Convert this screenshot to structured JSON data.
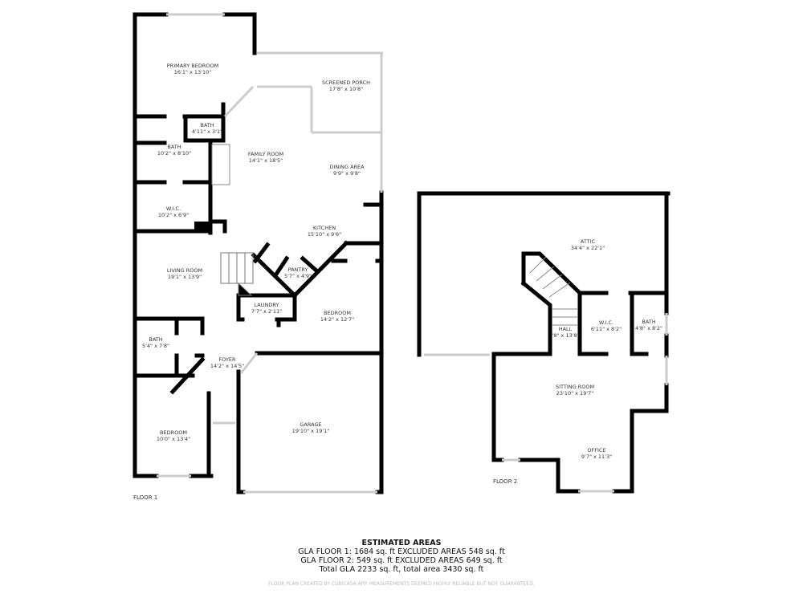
{
  "floor1": {
    "label": "FLOOR 1",
    "rooms": [
      {
        "name": "PRIMARY BEDROOM",
        "dims": "16'1\" x 13'10\""
      },
      {
        "name": "SCREENED PORCH",
        "dims": "17'8\" x 10'8\""
      },
      {
        "name": "BATH",
        "dims": "4'11\" x 3'1\""
      },
      {
        "name": "BATH",
        "dims": "10'2\" x 8'10\""
      },
      {
        "name": "FAMILY ROOM",
        "dims": "14'1\" x 18'5\""
      },
      {
        "name": "DINING AREA",
        "dims": "9'9\" x 9'8\""
      },
      {
        "name": "W.I.C.",
        "dims": "10'2\" x 6'9\""
      },
      {
        "name": "KITCHEN",
        "dims": "15'10\" x 9'6\""
      },
      {
        "name": "LIVING ROOM",
        "dims": "19'1\" x 13'9\""
      },
      {
        "name": "PANTRY",
        "dims": "5'7\" x 4'9\""
      },
      {
        "name": "LAUNDRY",
        "dims": "7'7\" x 2'11\""
      },
      {
        "name": "BEDROOM",
        "dims": "14'2\" x 12'7\""
      },
      {
        "name": "BATH",
        "dims": "5'4\" x 7'8\""
      },
      {
        "name": "FOYER",
        "dims": "14'2\" x 14'5\""
      },
      {
        "name": "BEDROOM",
        "dims": "10'0\" x 13'4\""
      },
      {
        "name": "GARAGE",
        "dims": "19'10\" x 19'1\""
      }
    ]
  },
  "floor2": {
    "label": "FLOOR 2",
    "rooms": [
      {
        "name": "ATTIC",
        "dims": "34'4\" x 22'1\""
      },
      {
        "name": "HALL",
        "dims": "\"8\" x 13'8\""
      },
      {
        "name": "W.I.C.",
        "dims": "6'11\" x 8'2\""
      },
      {
        "name": "BATH",
        "dims": "4'8\" x 8'2\""
      },
      {
        "name": "SITTING ROOM",
        "dims": "23'10\" x 19'7\""
      },
      {
        "name": "OFFICE",
        "dims": "9'7\" x 11'3\""
      }
    ]
  },
  "areas": {
    "title": "ESTIMATED AREAS",
    "lines": [
      "GLA FLOOR 1: 1684 sq. ft EXCLUDED AREAS 548 sq. ft",
      "GLA FLOOR 2: 549 sq. ft EXCLUDED AREAS 649 sq. ft",
      "Total GLA 2233 sq. ft, total area 3430 sq. ft"
    ]
  },
  "disclaimer": "FLOOR PLAN CREATED BY CUBICASA APP. MEASUREMENTS DEEMED HIGHLY RELIABLE BUT NOT GUARANTEED.",
  "colors": {
    "wall": "#000000",
    "window": "#cccccc",
    "text": "#333333"
  }
}
